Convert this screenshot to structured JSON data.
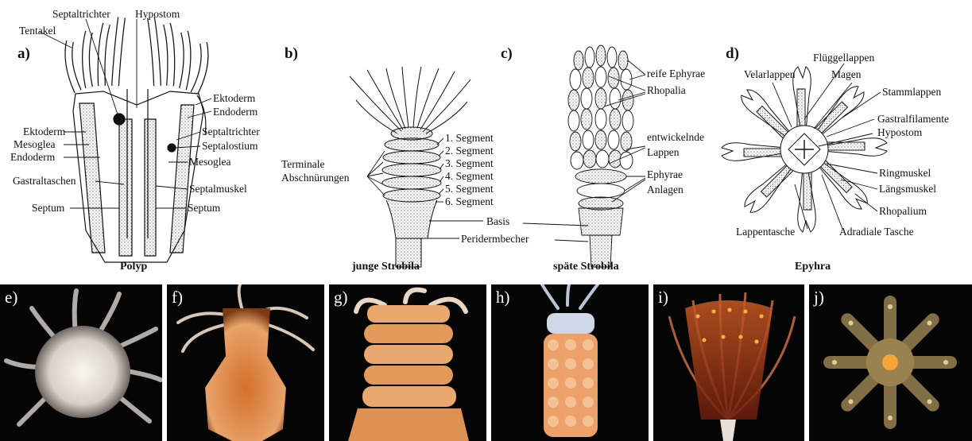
{
  "panels": {
    "a": {
      "letter": "a)",
      "caption": "Polyp",
      "labels": {
        "septaltrichter_top": "Septaltrichter",
        "hypostom": "Hypostom",
        "tentakel": "Tentakel",
        "ektoderm_right": "Ektoderm",
        "endoderm_right": "Endoderm",
        "ektoderm_left": "Ektoderm",
        "mesoglea_left": "Mesoglea",
        "endoderm_left": "Endoderm",
        "septaltrichter_right": "Septaltrichter",
        "septalostium": "Septalostium",
        "mesoglea_right": "Mesoglea",
        "gastraltaschen": "Gastraltaschen",
        "septalmuskel": "Septalmuskel",
        "septum_left": "Septum",
        "septum_right": "Septum"
      }
    },
    "b": {
      "letter": "b)",
      "caption": "junge Strobila",
      "labels": {
        "seg1": "1. Segment",
        "seg2": "2. Segment",
        "seg3": "3. Segment",
        "seg4": "4. Segment",
        "seg5": "5. Segment",
        "seg6": "6. Segment",
        "terminale": "Terminale",
        "abschnuerungen": "Abschnürungen",
        "basis": "Basis",
        "peridermbecher": "Peridermbecher"
      }
    },
    "c": {
      "letter": "c)",
      "caption": "späte Strobila",
      "labels": {
        "reife_ephyrae": "reife Ephyrae",
        "rhopalia": "Rhopalia",
        "entwickelnde": "entwickelnde",
        "lappen": "Lappen",
        "ephyrae": "Ephyrae",
        "anlagen": "Anlagen"
      }
    },
    "d": {
      "letter": "d)",
      "caption": "Epyhra",
      "labels": {
        "fluegellappen": "Flüggellappen",
        "velarlappen": "Velarlappen",
        "magen": "Magen",
        "stammlappen": "Stammlappen",
        "gastralfilamente": "Gastralfilamente",
        "hypostom": "Hypostom",
        "ringmuskel": "Ringmuskel",
        "laengsmuskel": "Längsmuskel",
        "rhopalium": "Rhopalium",
        "lappentasche": "Lappentasche",
        "adradiale_tasche": "Adradiale Tasche"
      }
    }
  },
  "photos": [
    {
      "letter": "e)"
    },
    {
      "letter": "f)"
    },
    {
      "letter": "g)"
    },
    {
      "letter": "h)"
    },
    {
      "letter": "i)"
    },
    {
      "letter": "j)"
    }
  ],
  "colors": {
    "ink": "#111111",
    "photo_background": "#050505",
    "tissue_orange": "#d8823a",
    "tissue_pale": "#f2ece6",
    "tissue_red": "#9a3a18",
    "ephyra_gold": "#c8a64a"
  }
}
